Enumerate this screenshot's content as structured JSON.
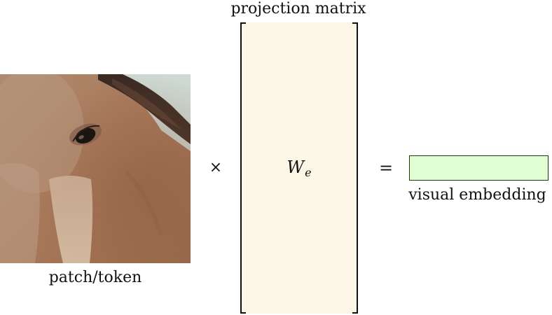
{
  "patch": {
    "label": "patch/token"
  },
  "operator_times": "×",
  "matrix": {
    "title": "projection matrix",
    "symbol": "W",
    "subscript": "e",
    "fill_color": "#fdf7e7"
  },
  "operator_equals": "=",
  "embedding": {
    "label": "visual embedding",
    "fill_color": "#e0ffd2"
  }
}
